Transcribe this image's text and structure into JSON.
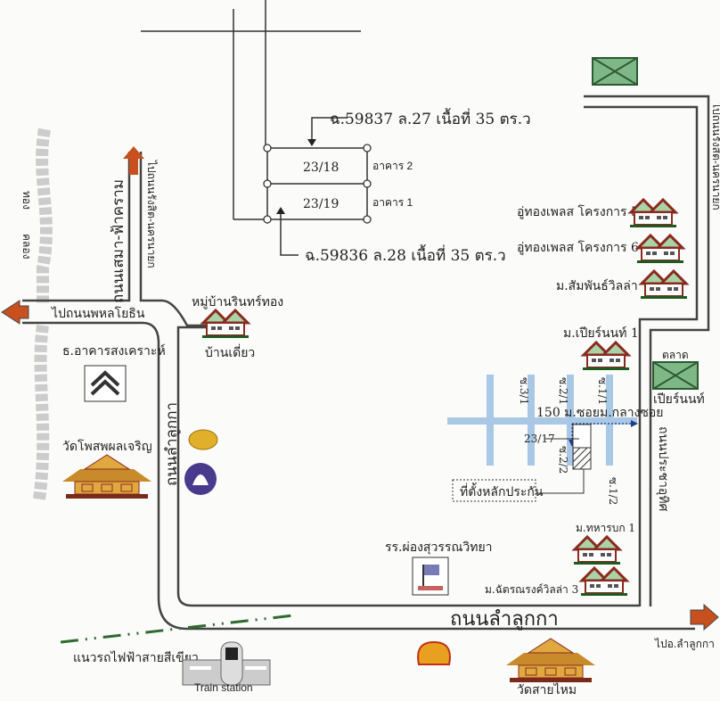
{
  "plot": {
    "deed_top": "ฉ.59837 ล.27 เนื้อที่ 35 ตร.ว",
    "deed_bottom": "ฉ.59836 ล.28 เนื้อที่ 35 ตร.ว",
    "unit_top": "23/18",
    "unit_bottom": "23/19",
    "building_2": "อาคาร 2",
    "building_1": "อาคาร 1"
  },
  "right_side": {
    "to_rangsit_right": "ไปถนนรังสิต-นครนายก",
    "uthong_5": "อู่ทองเพลส โครงการ 5",
    "uthong_6": "อู่ทองเพลส โครงการ 6",
    "samphan_villa": "ม.สัมพันธ์วิลล่า",
    "piarnon_1": "ม.เปียร์นนท์ 1",
    "market_label": "ตลาด",
    "market_name": "เปียร์นนท์",
    "pracha_road": "ถนนประชาอุทิศ",
    "soi_3_1": "ซ.3/1",
    "soi_2_1": "ซ.2/1",
    "soi_1_1": "ซ.1/1",
    "soi_2_2": "ซ.2/2",
    "soi_1_2": "ซ.1/2",
    "distance_note": "150 ม.ซอยม.กลางซอย",
    "unit_2317": "23/17",
    "collateral_location": "ที่ตั้งหลักประกัน",
    "thaharnbok_1": "ม.ทหารบก 1",
    "chatnarong_3": "ม.ฉัตรณรงค์วิลล่า 3"
  },
  "left_side": {
    "canal_1": "คลอง",
    "canal_2": "ทอง",
    "sema_road": "ถนนเสมา-ฟ้าคราม",
    "to_rangsit_left": "ไปถนนรังสิต-นครนายก",
    "to_phahon": "ไปถนนพหลโยธิน",
    "gh_bank": "ธ.อาคารสงเคราะห์",
    "wat_phosop": "วัดโพสพผลเจริญ",
    "rinthong": "หมู่บ้านรินทร์ทอง",
    "single_house": "บ้านเดี่ยว",
    "lamlukka_vertical": "ถนนลำลูกกา",
    "school": "รร.ผ่องสุวรรณวิทยา"
  },
  "bottom": {
    "lamlukka_road": "ถนนลำลูกกา",
    "to_lamlukka": "ไปอ.ลำลูกกา",
    "green_line": "แนวรถไฟฟ้าสายสีเขียว",
    "train_station": "Train station",
    "wat_saimai": "วัดสายไหม"
  },
  "colors": {
    "arrow": "#c8501e",
    "soi": "#a9c8e6",
    "market": "#7fb887",
    "temple": "#c88a2a",
    "house_roof": "#8a2a1e",
    "green_line": "#2e6b2e"
  }
}
